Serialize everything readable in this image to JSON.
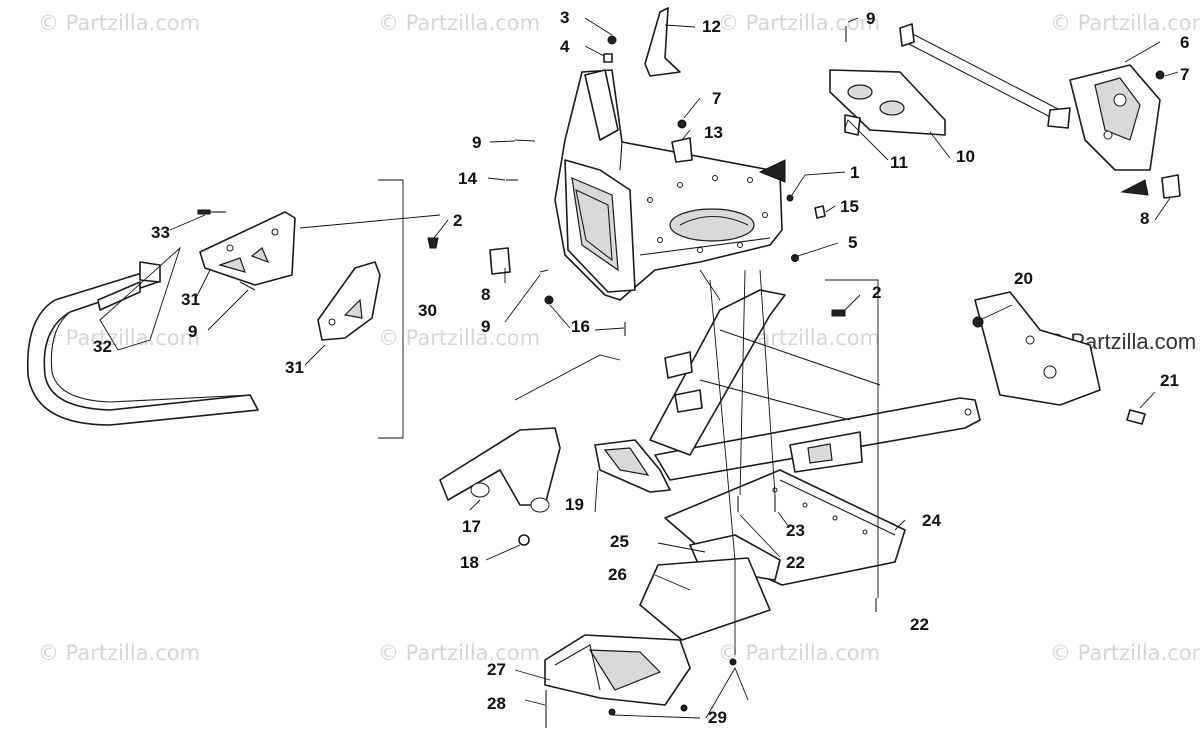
{
  "watermark": "© Partzilla.com",
  "brand_mark": "© Partzilla.com",
  "callouts": {
    "c1": "1",
    "c2a": "2",
    "c2b": "2",
    "c3": "3",
    "c4": "4",
    "c5": "5",
    "c6": "6",
    "c7a": "7",
    "c7b": "7",
    "c8a": "8",
    "c8b": "8",
    "c9a": "9",
    "c9b": "9",
    "c9c": "9",
    "c9d": "9",
    "c10": "10",
    "c11": "11",
    "c12": "12",
    "c13": "13",
    "c14": "14",
    "c15": "15",
    "c16": "16",
    "c17": "17",
    "c18": "18",
    "c19": "19",
    "c20": "20",
    "c21": "21",
    "c22a": "22",
    "c22b": "22",
    "c23": "23",
    "c24": "24",
    "c25": "25",
    "c26": "26",
    "c27": "27",
    "c28": "28",
    "c29": "29",
    "c30": "30",
    "c31a": "31",
    "c31b": "31",
    "c32": "32",
    "c33": "33"
  }
}
